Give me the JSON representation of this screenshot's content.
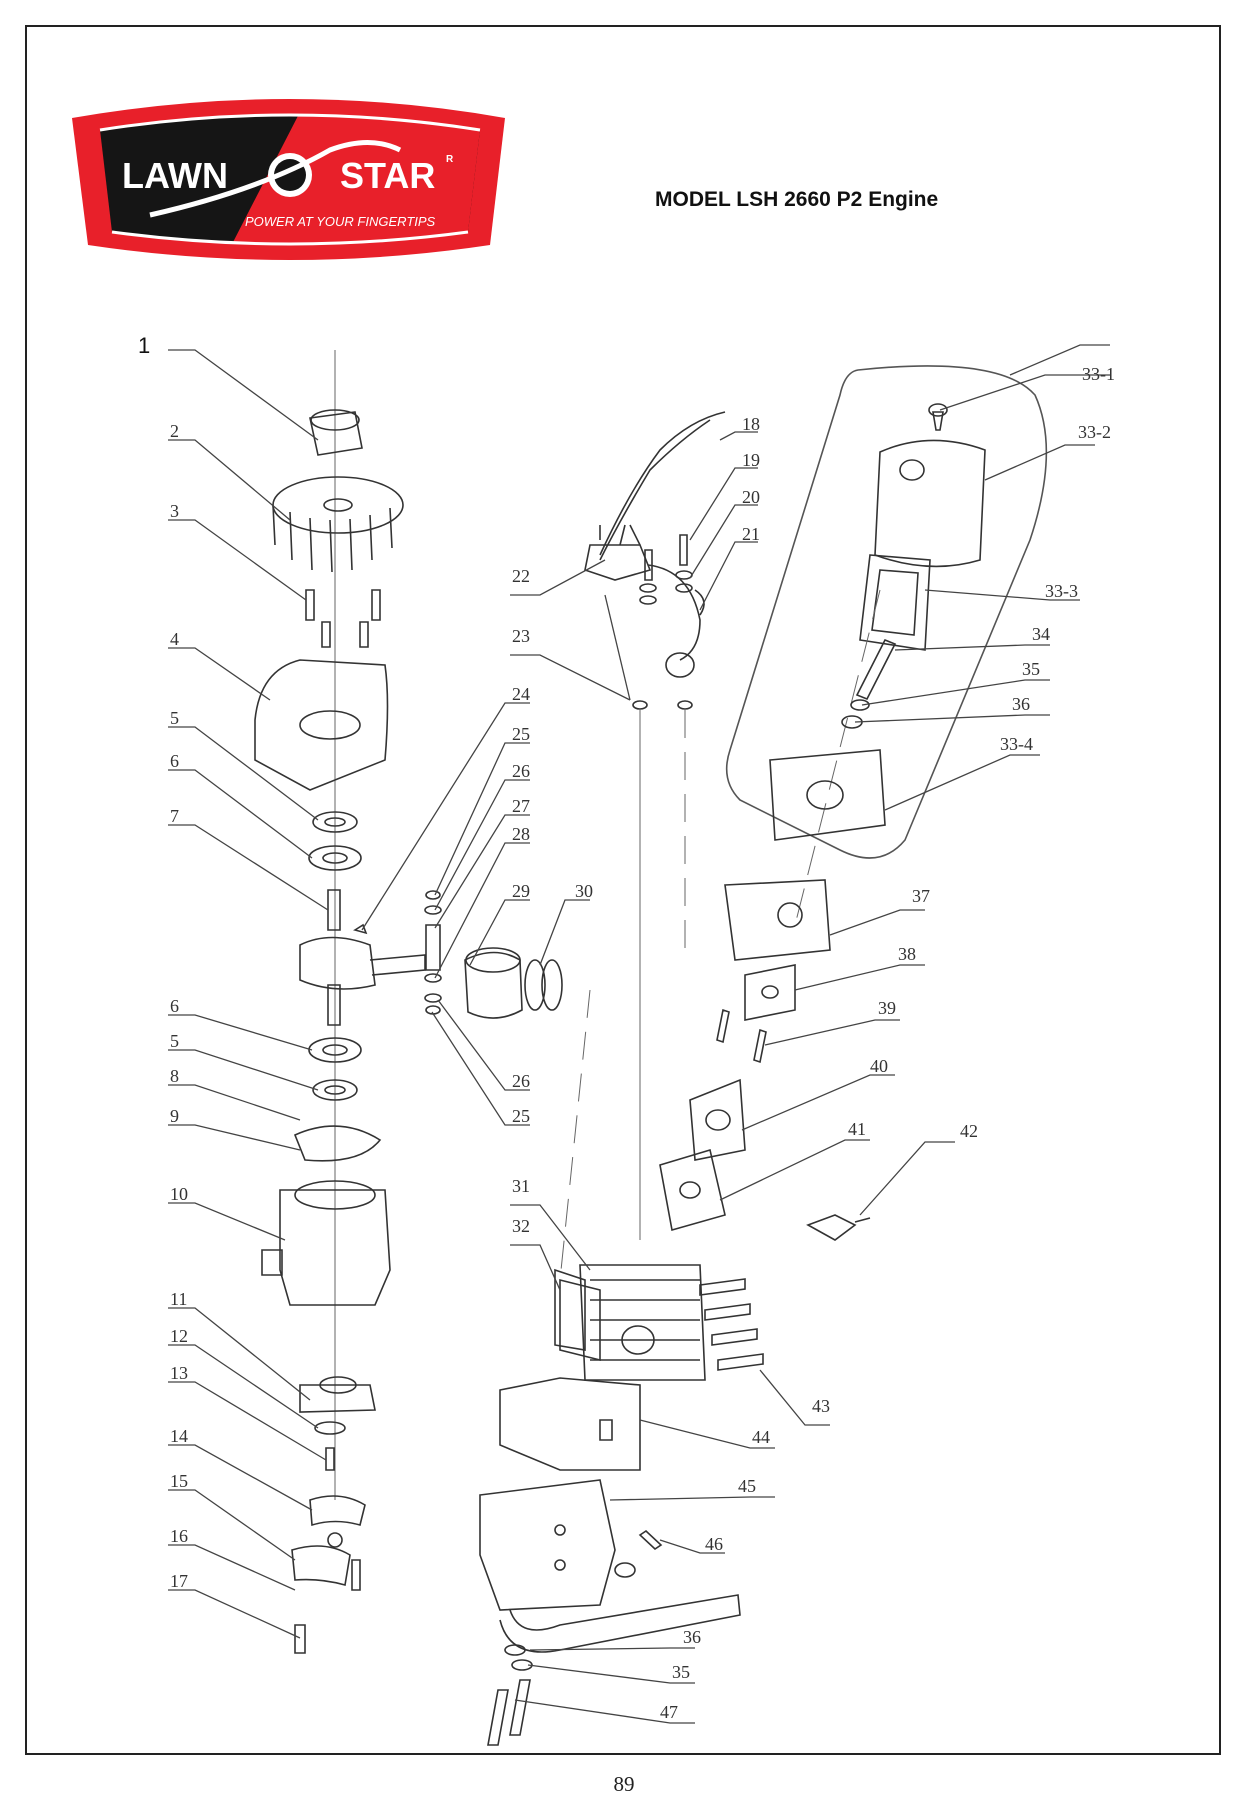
{
  "logo": {
    "left_word": "LAWN",
    "right_word": "STAR",
    "tagline": "POWER AT YOUR FINGERTIPS",
    "reg_mark": "R",
    "colors": {
      "red": "#e8202a",
      "black": "#151515"
    }
  },
  "header": {
    "title": "MODEL LSH 2660 P2 Engine"
  },
  "footer": {
    "page_number": "89"
  },
  "parts": {
    "p1": "1",
    "p2": "2",
    "p3": "3",
    "p4": "4",
    "p5a": "5",
    "p6a": "6",
    "p7": "7",
    "p6b": "6",
    "p5b": "5",
    "p8": "8",
    "p9": "9",
    "p10": "10",
    "p11": "11",
    "p12": "12",
    "p13": "13",
    "p14": "14",
    "p15": "15",
    "p16": "16",
    "p17": "17",
    "p18": "18",
    "p19": "19",
    "p20": "20",
    "p21": "21",
    "p22": "22",
    "p23": "23",
    "p24": "24",
    "p25a": "25",
    "p26a": "26",
    "p27": "27",
    "p28": "28",
    "p29": "29",
    "p30": "30",
    "p26b": "26",
    "p25b": "25",
    "p31": "31",
    "p32": "32",
    "p33_1": "33-1",
    "p33_2": "33-2",
    "p33_3": "33-3",
    "p34": "34",
    "p35a": "35",
    "p36a": "36",
    "p33_4": "33-4",
    "p37": "37",
    "p38": "38",
    "p39": "39",
    "p40": "40",
    "p41": "41",
    "p42": "42",
    "p43": "43",
    "p44": "44",
    "p45": "45",
    "p46": "46",
    "p36b": "36",
    "p35b": "35",
    "p47": "47"
  }
}
